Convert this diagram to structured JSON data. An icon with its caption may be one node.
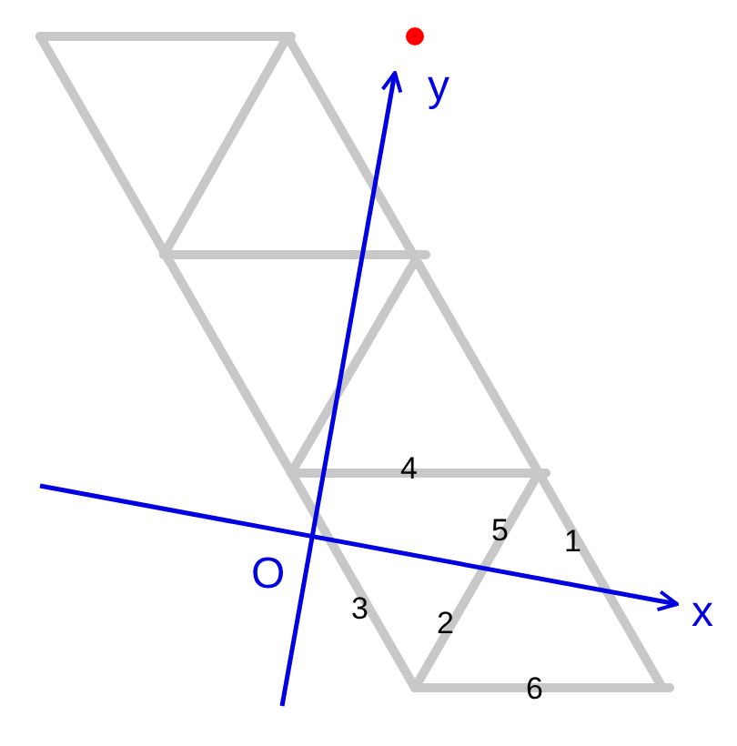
{
  "diagram": {
    "labels": [
      "y",
      "4",
      "5",
      "1",
      "O",
      "x",
      "3",
      "2",
      "6"
    ]
  }
}
